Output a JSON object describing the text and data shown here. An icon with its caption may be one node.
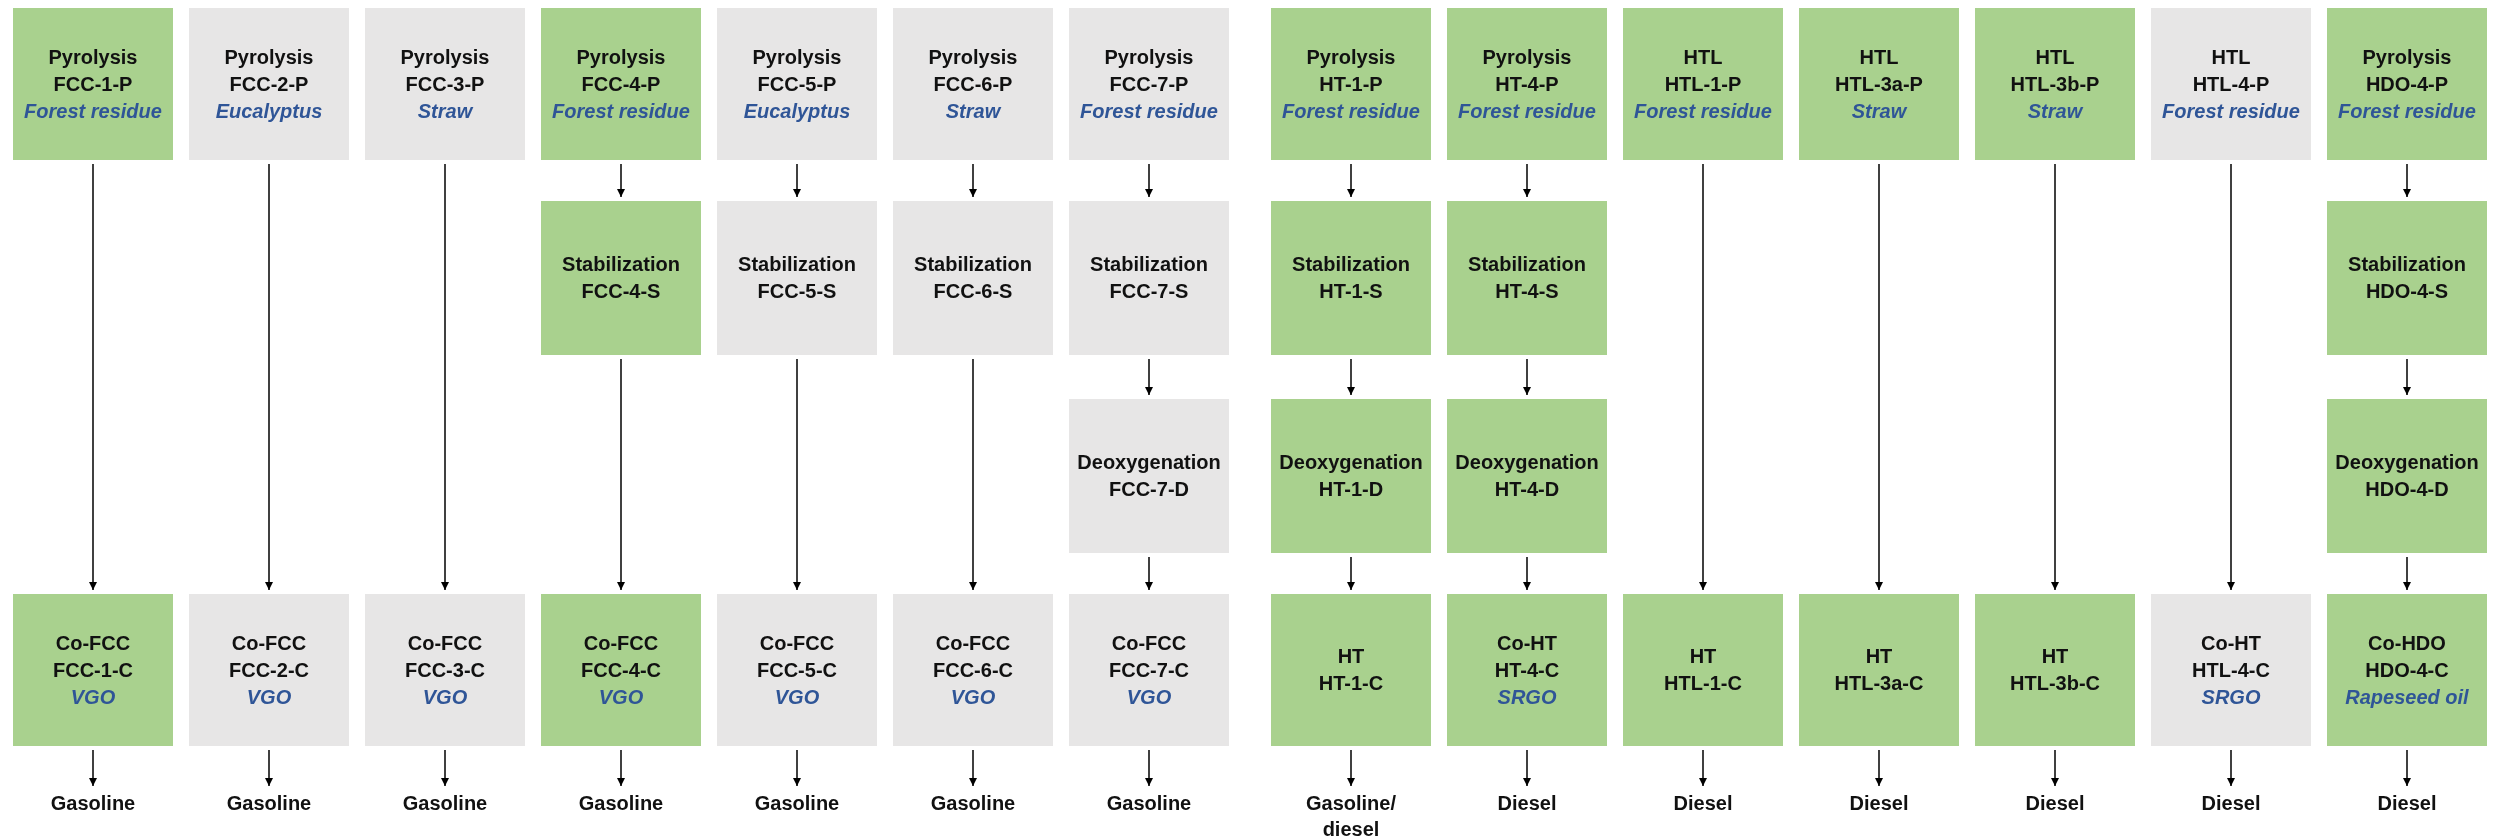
{
  "diagram": {
    "nodes": [
      {
        "text": [
          "Pyrolysis",
          "FCC-1-P",
          "Forest residue"
        ]
      },
      {
        "text": [
          "Co-FCC",
          "FCC-1-C",
          "VGO"
        ]
      },
      {
        "text": [
          "Gasoline"
        ]
      },
      {
        "text": [
          "Pyrolysis",
          "FCC-2-P",
          "Eucalyptus"
        ]
      },
      {
        "text": [
          "Co-FCC",
          "FCC-2-C",
          "VGO"
        ]
      },
      {
        "text": [
          "Gasoline"
        ]
      },
      {
        "text": [
          "Pyrolysis",
          "FCC-3-P",
          "Straw"
        ]
      },
      {
        "text": [
          "Co-FCC",
          "FCC-3-C",
          "VGO"
        ]
      },
      {
        "text": [
          "Gasoline"
        ]
      },
      {
        "text": [
          "Pyrolysis",
          "FCC-4-P",
          "Forest residue"
        ]
      },
      {
        "text": [
          "Stabilization",
          "FCC-4-S"
        ]
      },
      {
        "text": [
          "Co-FCC",
          "FCC-4-C",
          "VGO"
        ]
      },
      {
        "text": [
          "Gasoline"
        ]
      },
      {
        "text": [
          "Pyrolysis",
          "FCC-5-P",
          "Eucalyptus"
        ]
      },
      {
        "text": [
          "Stabilization",
          "FCC-5-S"
        ]
      },
      {
        "text": [
          "Co-FCC",
          "FCC-5-C",
          "VGO"
        ]
      },
      {
        "text": [
          "Gasoline"
        ]
      },
      {
        "text": [
          "Pyrolysis",
          "FCC-6-P",
          "Straw"
        ]
      },
      {
        "text": [
          "Stabilization",
          "FCC-6-S"
        ]
      },
      {
        "text": [
          "Co-FCC",
          "FCC-6-C",
          "VGO"
        ]
      },
      {
        "text": [
          "Gasoline"
        ]
      },
      {
        "text": [
          "Pyrolysis",
          "FCC-7-P",
          "Forest residue"
        ]
      },
      {
        "text": [
          "Stabilization",
          "FCC-7-S"
        ]
      },
      {
        "text": [
          "Deoxygenation",
          "FCC-7-D"
        ]
      },
      {
        "text": [
          "Co-FCC",
          "FCC-7-C",
          "VGO"
        ]
      },
      {
        "text": [
          "Gasoline"
        ]
      },
      {
        "text": [
          "Pyrolysis",
          "HT-1-P",
          "Forest residue"
        ]
      },
      {
        "text": [
          "Stabilization",
          "HT-1-S"
        ]
      },
      {
        "text": [
          "Deoxygenation",
          "HT-1-D"
        ]
      },
      {
        "text": [
          "HT",
          "HT-1-C"
        ]
      },
      {
        "text": [
          "Gasoline/ diesel"
        ]
      },
      {
        "text": [
          "Pyrolysis",
          "HT-4-P",
          "Forest residue"
        ]
      },
      {
        "text": [
          "Stabilization",
          "HT-4-S"
        ]
      },
      {
        "text": [
          "Deoxygenation",
          "HT-4-D"
        ]
      },
      {
        "text": [
          "Co-HT",
          "HT-4-C",
          "SRGO"
        ]
      },
      {
        "text": [
          "Diesel"
        ]
      },
      {
        "text": [
          "HTL",
          "HTL-1-P",
          "Forest residue"
        ]
      },
      {
        "text": [
          "HT",
          "HTL-1-C"
        ]
      },
      {
        "text": [
          "Diesel"
        ]
      },
      {
        "text": [
          "HTL",
          "HTL-3a-P",
          "Straw"
        ]
      },
      {
        "text": [
          "HT",
          "HTL-3a-C"
        ]
      },
      {
        "text": [
          "Diesel"
        ]
      },
      {
        "text": [
          "HTL",
          "HTL-3b-P",
          "Straw"
        ]
      },
      {
        "text": [
          "HT",
          "HTL-3b-C"
        ]
      },
      {
        "text": [
          "Diesel"
        ]
      },
      {
        "text": [
          "HTL",
          "HTL-4-P",
          "Forest residue"
        ]
      },
      {
        "text": [
          "Co-HT",
          "HTL-4-C",
          "SRGO"
        ]
      },
      {
        "text": [
          "Diesel"
        ]
      },
      {
        "text": [
          "Pyrolysis",
          "HDO-4-P",
          "Forest residue"
        ]
      },
      {
        "text": [
          "Stabilization",
          "HDO-4-S"
        ]
      },
      {
        "text": [
          "Deoxygenation",
          "HDO-4-D"
        ]
      },
      {
        "text": [
          "Co-HDO",
          "HDO-4-C",
          "Rapeseed oil"
        ]
      },
      {
        "text": [
          "Diesel"
        ]
      }
    ],
    "edges": [
      {
        "from": 0,
        "to": 1,
        "arrow": "to"
      },
      {
        "from": 1,
        "to": 2,
        "arrow": "to"
      },
      {
        "from": 3,
        "to": 4,
        "arrow": "to"
      },
      {
        "from": 4,
        "to": 5,
        "arrow": "to"
      },
      {
        "from": 6,
        "to": 7,
        "arrow": "to"
      },
      {
        "from": 7,
        "to": 8,
        "arrow": "to"
      },
      {
        "from": 9,
        "to": 10,
        "arrow": "to"
      },
      {
        "from": 10,
        "to": 11,
        "arrow": "to"
      },
      {
        "from": 11,
        "to": 12,
        "arrow": "to"
      },
      {
        "from": 13,
        "to": 14,
        "arrow": "to"
      },
      {
        "from": 14,
        "to": 15,
        "arrow": "to"
      },
      {
        "from": 15,
        "to": 16,
        "arrow": "to"
      },
      {
        "from": 17,
        "to": 18,
        "arrow": "to"
      },
      {
        "from": 18,
        "to": 19,
        "arrow": "to"
      },
      {
        "from": 19,
        "to": 20,
        "arrow": "to"
      },
      {
        "from": 21,
        "to": 22,
        "arrow": "to"
      },
      {
        "from": 22,
        "to": 23,
        "arrow": "to"
      },
      {
        "from": 23,
        "to": 24,
        "arrow": "to"
      },
      {
        "from": 24,
        "to": 25,
        "arrow": "to"
      },
      {
        "from": 26,
        "to": 27,
        "arrow": "to"
      },
      {
        "from": 27,
        "to": 28,
        "arrow": "to"
      },
      {
        "from": 28,
        "to": 29,
        "arrow": "to"
      },
      {
        "from": 29,
        "to": 30,
        "arrow": "to"
      },
      {
        "from": 31,
        "to": 32,
        "arrow": "to"
      },
      {
        "from": 32,
        "to": 33,
        "arrow": "to"
      },
      {
        "from": 33,
        "to": 34,
        "arrow": "to"
      },
      {
        "from": 34,
        "to": 35,
        "arrow": "to"
      },
      {
        "from": 36,
        "to": 37,
        "arrow": "to"
      },
      {
        "from": 37,
        "to": 38,
        "arrow": "to"
      },
      {
        "from": 39,
        "to": 40,
        "arrow": "to"
      },
      {
        "from": 40,
        "to": 41,
        "arrow": "to"
      },
      {
        "from": 42,
        "to": 43,
        "arrow": "to"
      },
      {
        "from": 43,
        "to": 44,
        "arrow": "to"
      },
      {
        "from": 45,
        "to": 46,
        "arrow": "to"
      },
      {
        "from": 46,
        "to": 47,
        "arrow": "to"
      },
      {
        "from": 48,
        "to": 49,
        "arrow": "to"
      },
      {
        "from": 49,
        "to": 50,
        "arrow": "to"
      },
      {
        "from": 50,
        "to": 51,
        "arrow": "to"
      },
      {
        "from": 51,
        "to": 52,
        "arrow": "to"
      }
    ]
  }
}
